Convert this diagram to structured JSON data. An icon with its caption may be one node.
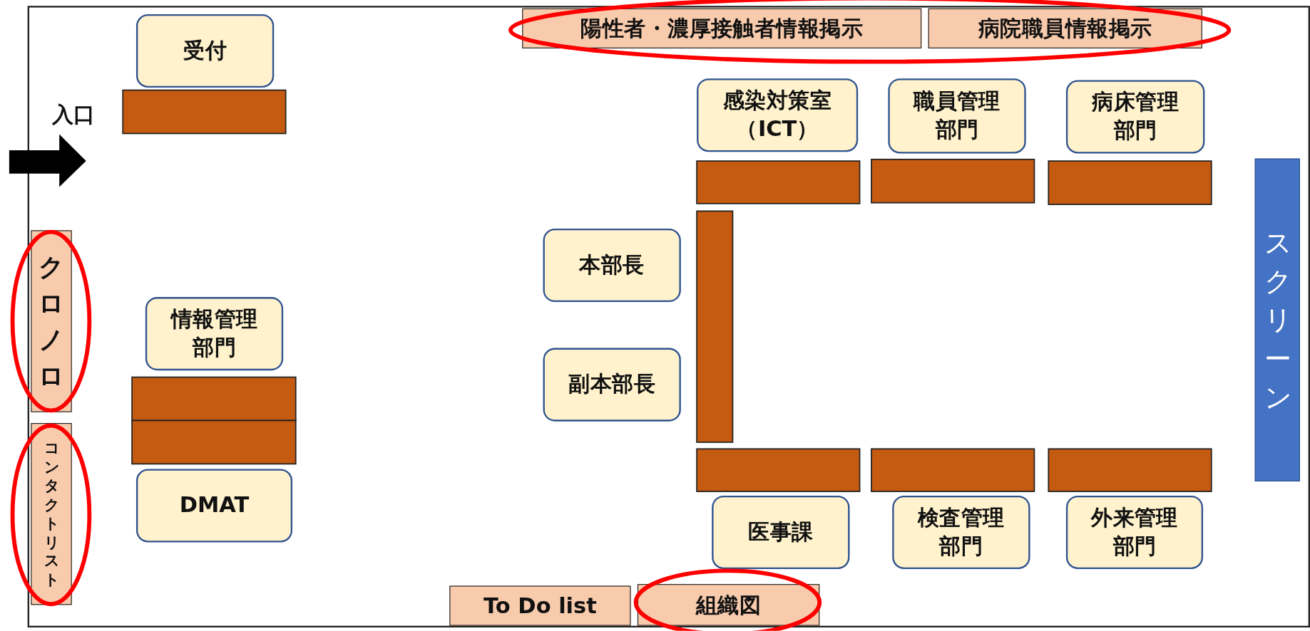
{
  "diagram": {
    "nodes": [
      {
        "text": [
          "受付"
        ]
      },
      {
        "text": [
          "陽性者・濃厚接触者情報掲示"
        ]
      },
      {
        "text": [
          "病院職員情報掲示"
        ]
      },
      {
        "text": [
          "感染対策室（ICT）"
        ]
      },
      {
        "text": [
          "職員管理部門"
        ]
      },
      {
        "text": [
          "病床管理部門"
        ]
      },
      {
        "text": [
          "スクリーン"
        ]
      },
      {
        "text": [
          "クロノロ"
        ]
      },
      {
        "text": [
          "情報管理部門"
        ]
      },
      {
        "text": [
          "本部長"
        ]
      },
      {
        "text": [
          "副本部長"
        ]
      },
      {
        "text": [
          "コンタクトリスト"
        ]
      },
      {
        "text": [
          "DMAT"
        ]
      },
      {
        "text": [
          "医事課"
        ]
      },
      {
        "text": [
          "検査管理部門"
        ]
      },
      {
        "text": [
          "外来管理部門"
        ]
      },
      {
        "text": [
          "To Do list"
        ]
      },
      {
        "text": [
          "組織図"
        ]
      }
    ],
    "labels": [
      "入口"
    ]
  }
}
